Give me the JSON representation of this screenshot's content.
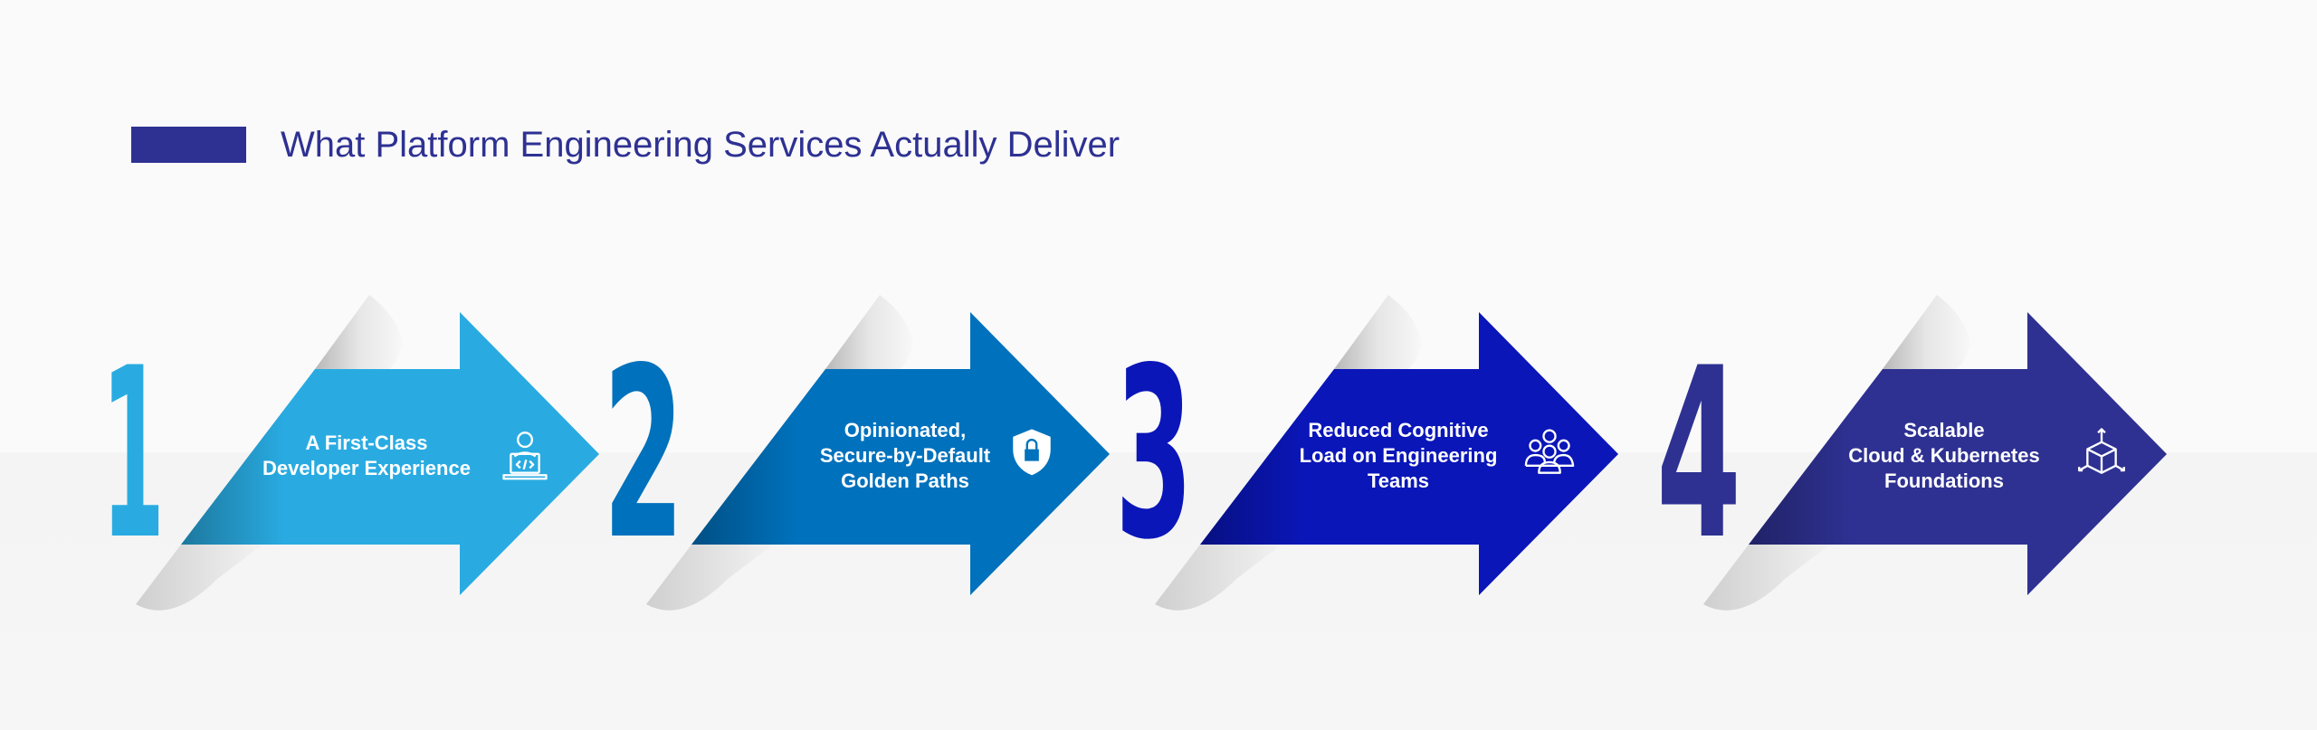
{
  "header": {
    "title": "What Platform Engineering Services Actually Deliver"
  },
  "colors": {
    "accent": "#2e3192",
    "step1": "#29abe2",
    "step2": "#0071bc",
    "step3": "#0a16b8",
    "step4": "#2e3192"
  },
  "steps": [
    {
      "number": "1",
      "lines": [
        "A First-Class",
        "Developer Experience"
      ],
      "icon": "developer-laptop-icon"
    },
    {
      "number": "2",
      "lines": [
        "Opinionated,",
        "Secure-by-Default",
        "Golden Paths"
      ],
      "icon": "shield-lock-icon"
    },
    {
      "number": "3",
      "lines": [
        "Reduced Cognitive",
        "Load on Engineering",
        "Teams"
      ],
      "icon": "team-group-icon"
    },
    {
      "number": "4",
      "lines": [
        "Scalable",
        "Cloud & Kubernetes",
        "Foundations"
      ],
      "icon": "cube-expand-icon"
    }
  ]
}
